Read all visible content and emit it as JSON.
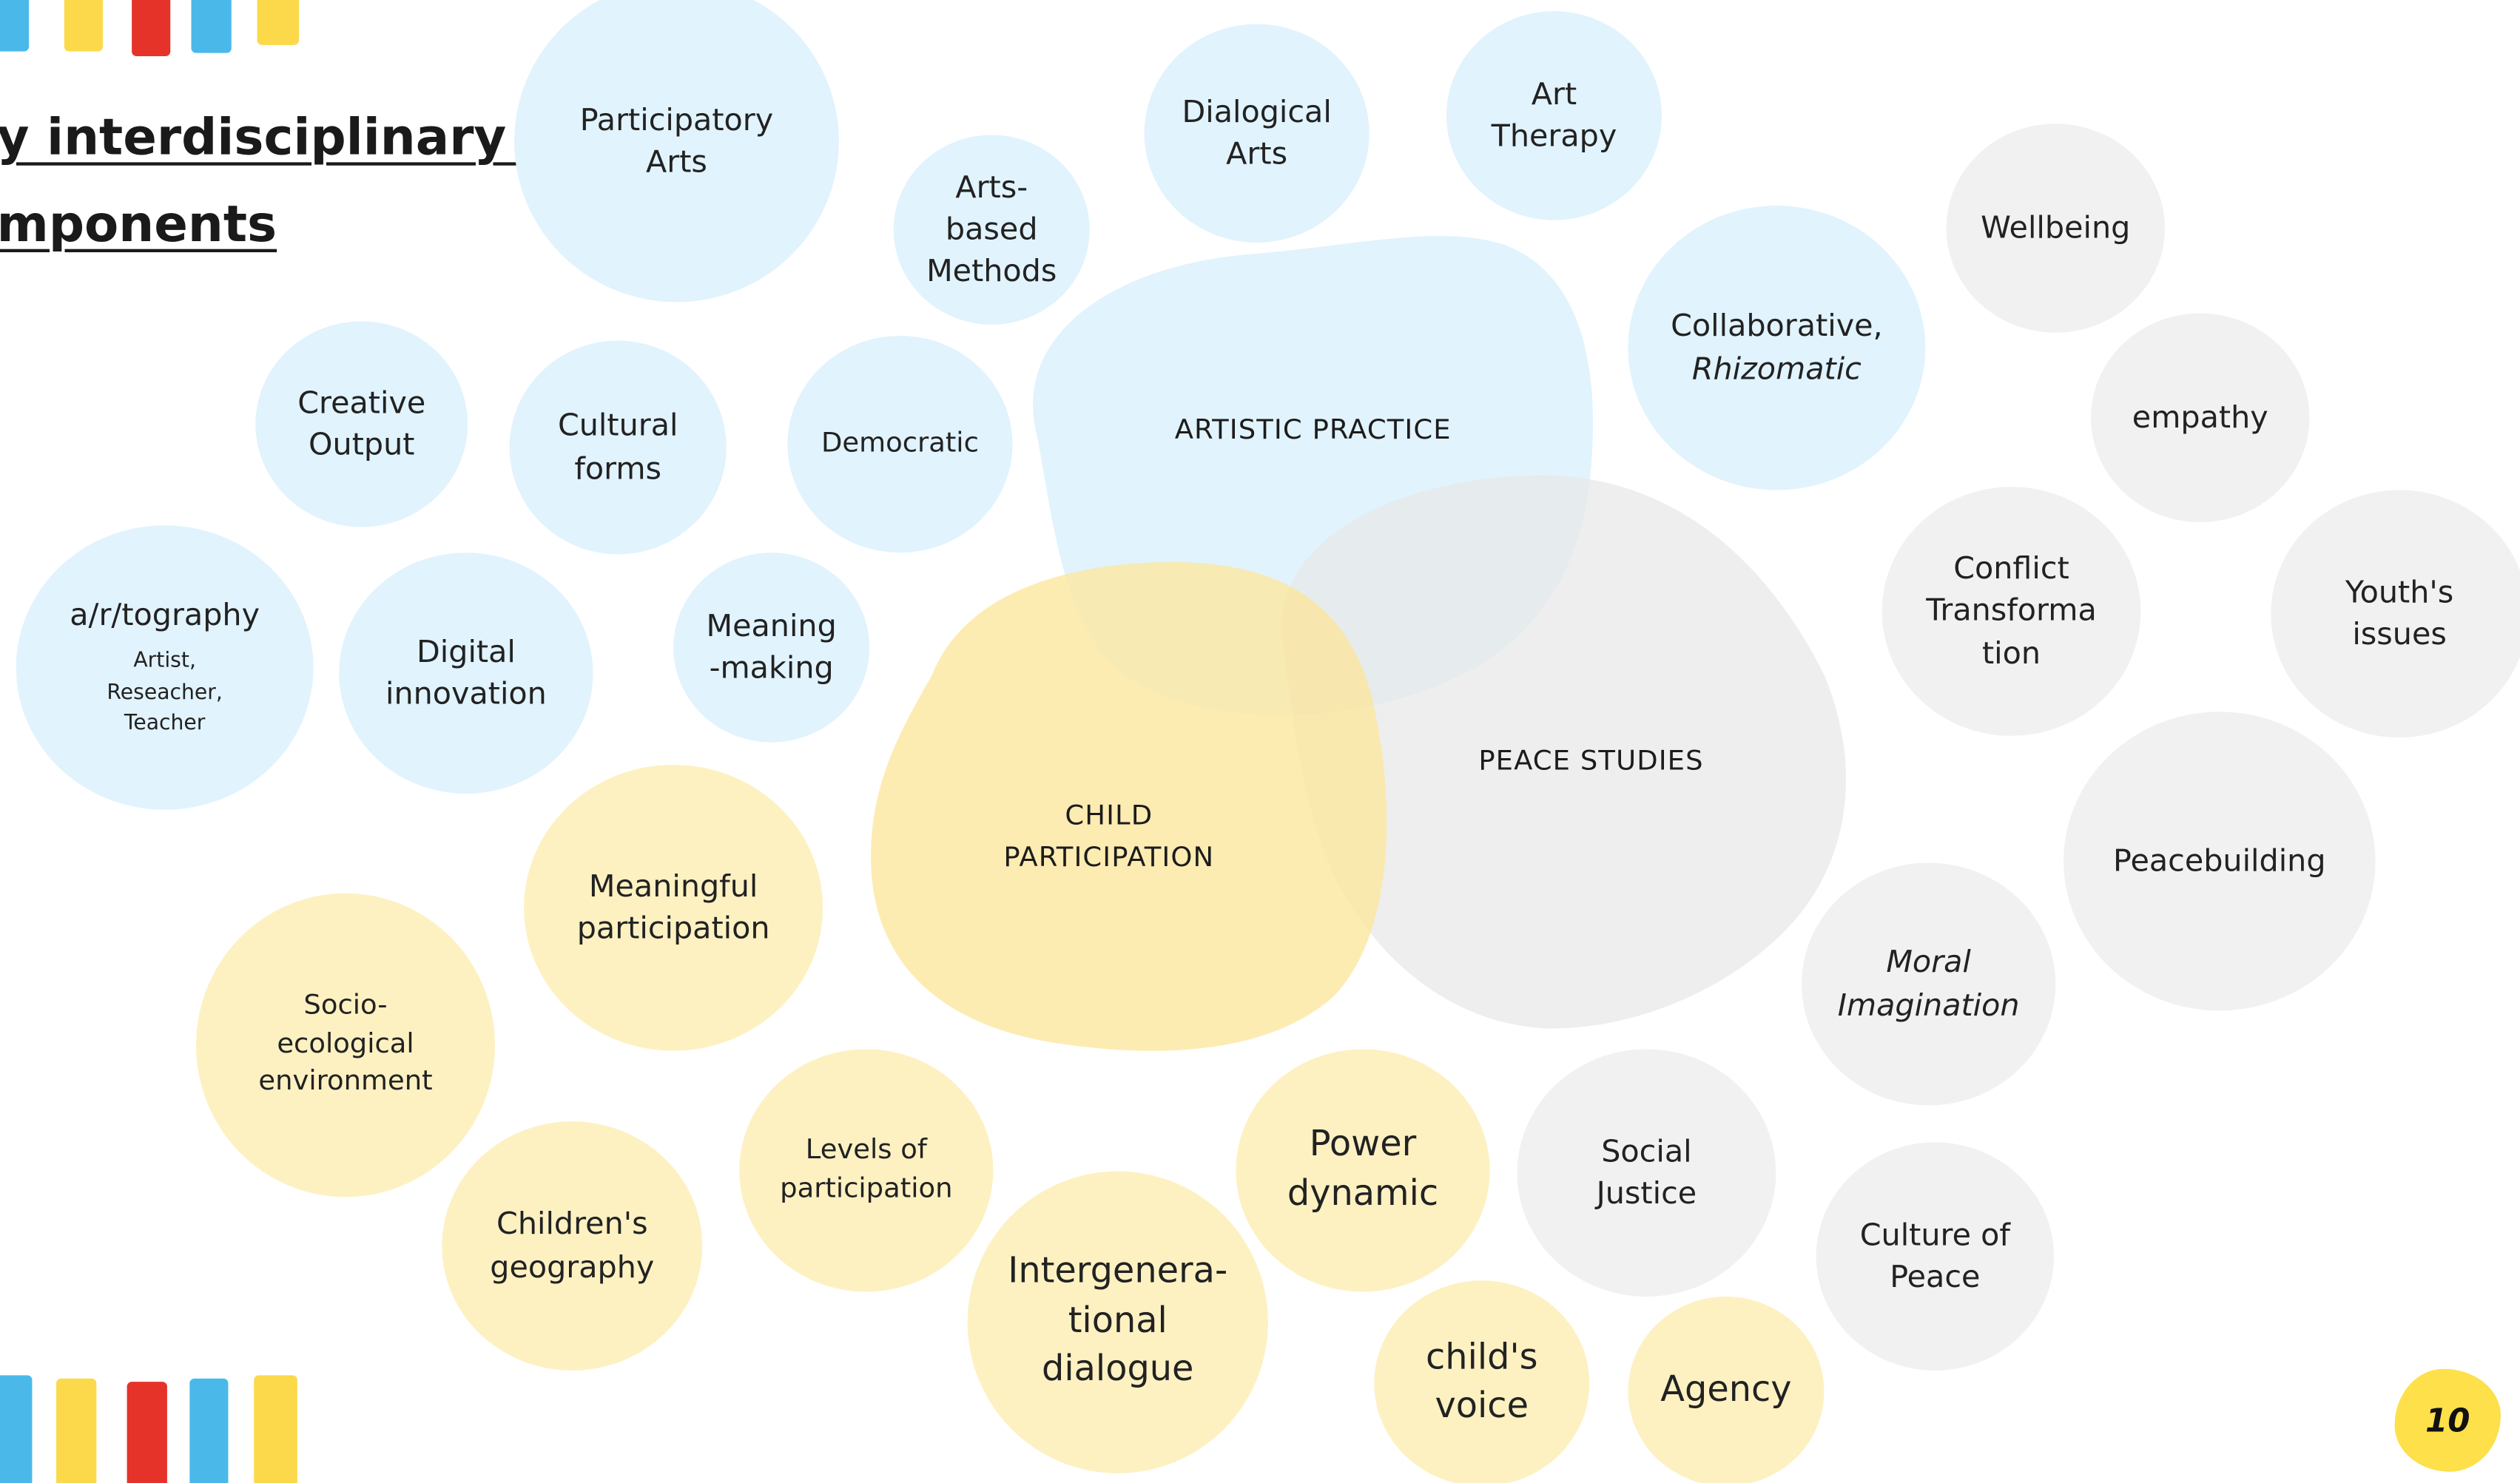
{
  "title": {
    "line1": "y interdisciplinary ",
    "line2": "mponents"
  },
  "areas": {
    "artistic_practice": "ARTISTIC PRACTICE",
    "peace_studies": "PEACE STUDIES",
    "child_participation_1": "CHILD",
    "child_participation_2": "PARTICIPATION"
  },
  "artistic_bubbles": {
    "participatory_arts": [
      "Participatory",
      "Arts"
    ],
    "arts_based_methods": [
      "Arts-",
      "based",
      "Methods"
    ],
    "dialogical_arts": [
      "Dialogical",
      "Arts"
    ],
    "art_therapy": [
      "Art",
      "Therapy"
    ],
    "creative_output": [
      "Creative",
      "Output"
    ],
    "cultural_forms": [
      "Cultural",
      "forms"
    ],
    "democratic": "Democratic",
    "collaborative": [
      "Collaborative,",
      "Rhizomatic"
    ],
    "artography": [
      "a/r/tography",
      "Artist,",
      "Reseacher,",
      "Teacher"
    ],
    "digital_innovation": [
      "Digital",
      "innovation"
    ],
    "meaning_making": [
      "Meaning",
      "-making"
    ]
  },
  "peace_bubbles": {
    "wellbeing": "Wellbeing",
    "empathy": "empathy",
    "conflict_transformation": [
      "Conflict",
      "Transforma",
      "tion"
    ],
    "youths_issues": [
      "Youth's",
      "issues"
    ],
    "peacebuilding": "Peacebuilding",
    "moral_imagination": [
      "Moral",
      "Imagination"
    ],
    "social_justice": [
      "Social",
      "Justice"
    ],
    "culture_of_peace": [
      "Culture of",
      "Peace"
    ]
  },
  "participation_bubbles": {
    "meaningful_participation": [
      "Meaningful",
      "participation"
    ],
    "socio_ecological": [
      "Socio-",
      "ecological",
      "environment"
    ],
    "childrens_geography": [
      "Children's",
      "geography"
    ],
    "levels_of_participation": [
      "Levels of",
      "participation"
    ],
    "intergenerational_dialogue": [
      "Intergenera-",
      "tional",
      "dialogue"
    ],
    "power_dynamic": [
      "Power",
      "dynamic"
    ],
    "childs_voice": [
      "child's",
      "voice"
    ],
    "agency": "Agency"
  },
  "page_number": "10",
  "colors": {
    "artistic": "#e1f3fd",
    "peace": "#f1f1f1",
    "participation": "#fdf1c2",
    "participation_blob": "#fde79c",
    "stripe_blue": "#4ab9ea",
    "stripe_yellow": "#fcd94a",
    "stripe_red": "#e5332a",
    "page_badge": "#fde04a"
  }
}
